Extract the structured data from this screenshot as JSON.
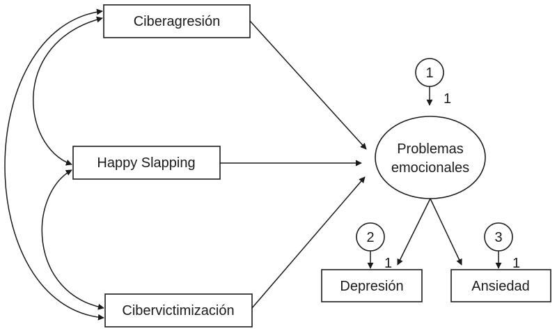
{
  "observed": {
    "ciberagresion": "Ciberagresión",
    "happy_slapping": "Happy Slapping",
    "cibervictimizacion": "Cibervictimización",
    "depresion": "Depresión",
    "ansiedad": "Ansiedad"
  },
  "latent": {
    "line1": "Problemas",
    "line2": "emocionales"
  },
  "errors": {
    "e1": "1",
    "e2": "2",
    "e3": "3"
  },
  "loadings": {
    "e1_weight": "1",
    "e2_weight": "1",
    "e3_weight": "1"
  },
  "colors": {
    "stroke": "#1a1a1a",
    "background": "#ffffff"
  }
}
